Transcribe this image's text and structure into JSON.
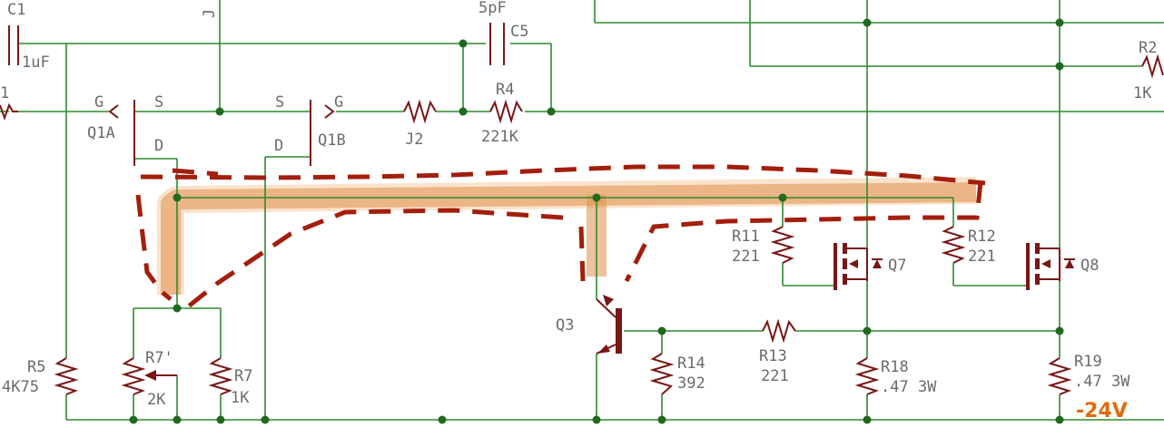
{
  "labels": {
    "C1": "C1",
    "C1v": "1uF",
    "J": "J",
    "C5v": "5pF",
    "C5": "C5",
    "R4": "R4",
    "R4v": "221K",
    "R2": "R2",
    "R2v": "1K",
    "R1n": "1",
    "G1": "G",
    "S1": "S",
    "S2": "S",
    "G2": "G",
    "Q1A": "Q1A",
    "D1": "D",
    "D2": "D",
    "Q1B": "Q1B",
    "J2": "J2",
    "R11": "R11",
    "R11v": "221",
    "Q7": "Q7",
    "R12": "R12",
    "R12v": "221",
    "Q8": "Q8",
    "Q3": "Q3",
    "R14": "R14",
    "R14v": "392",
    "R13": "R13",
    "R13v": "221",
    "R18": "R18",
    "R18v": ".47 3W",
    "R19": "R19",
    "R19v": ".47 3W",
    "R5": "R5",
    "R5v": "4K75",
    "R7p": "R7'",
    "R7pv": "2K",
    "R7": "R7",
    "R7v": "1K"
  },
  "voltage": "-24V",
  "colors": {
    "wire": "#2e8a2e",
    "part": "#7a1616",
    "highlight": "#e0904a",
    "dash": "#a41e0c",
    "voltage": "#e06a10"
  }
}
